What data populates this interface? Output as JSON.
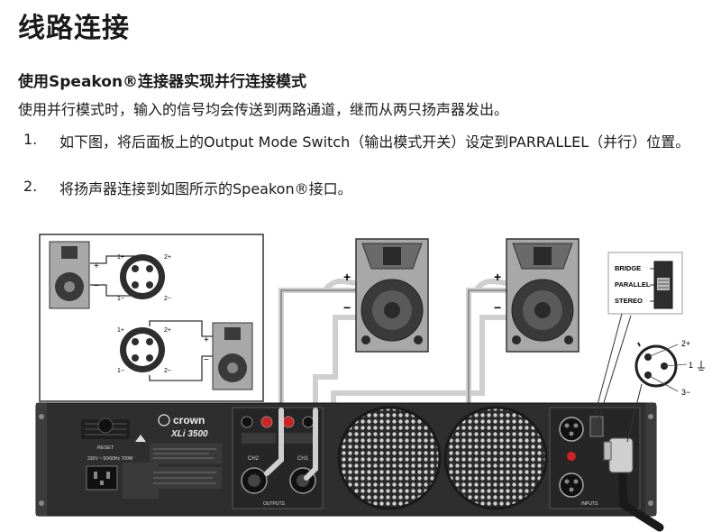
{
  "heading": "线路连接",
  "subheading": "使用Speakon®连接器实现并行连接模式",
  "intro": "使用并行模式时，输入的信号均会传送到两路通道，继而从两只扬声器发出。",
  "steps": [
    {
      "num": "1.",
      "text": "如下图，将后面板上的Output Mode Switch（输出模式开关）设定到PARRALLEL（并行）位置。"
    },
    {
      "num": "2.",
      "text": "将扬声器连接到如图所示的Speakon®接口。"
    }
  ],
  "diagram": {
    "brand": "crown",
    "model": "XLi 3500",
    "plus": "+",
    "minus": "−",
    "mode_switch": {
      "options": [
        "BRIDGE",
        "PARALLEL",
        "STEREO"
      ],
      "selected": "PARALLEL"
    },
    "xlr_pins": [
      "2+",
      "1",
      "3−"
    ],
    "inset_pins": [
      "1+",
      "1−",
      "2+",
      "2−"
    ],
    "panel_labels": {
      "reset": "RESET",
      "power_rating": "230V ~ 50/60Hz 700W",
      "outputs": "OUTPUTS",
      "inputs": "INPUTS",
      "ch1": "CH1",
      "ch2": "CH2"
    },
    "colors": {
      "speaker_body": "#a8a8a8",
      "speaker_dark": "#3a3a3a",
      "cable": "#cfcfcf",
      "panel": "#2e2e2e",
      "grille": "#d8d8d8",
      "red_post": "#d42020"
    }
  }
}
